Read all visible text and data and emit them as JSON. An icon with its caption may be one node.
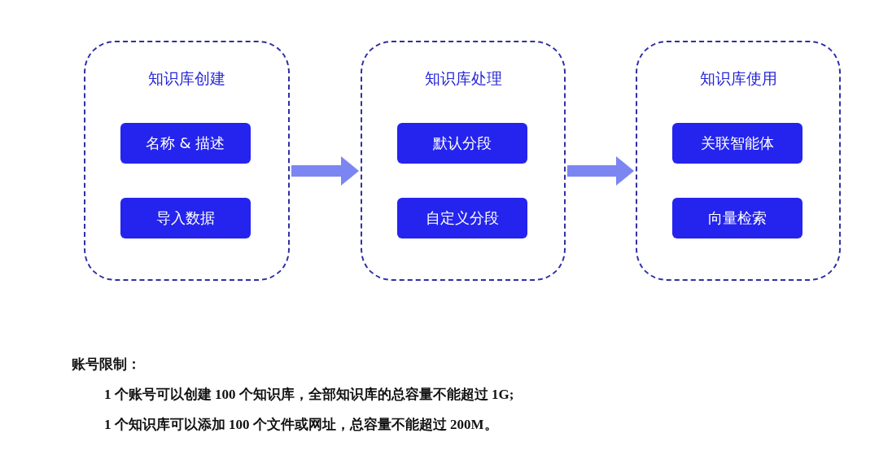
{
  "diagram": {
    "nodes": [
      {
        "text": [
          "知识库创建"
        ]
      },
      {
        "text": [
          "名称 & 描述"
        ],
        "in": 0
      },
      {
        "text": [
          "导入数据"
        ],
        "in": 0
      },
      {
        "text": [
          "知识库处理"
        ]
      },
      {
        "text": [
          "默认分段"
        ],
        "in": 3
      },
      {
        "text": [
          "自定义分段"
        ],
        "in": 3
      },
      {
        "text": [
          "知识库使用"
        ]
      },
      {
        "text": [
          "关联智能体"
        ],
        "in": 6
      },
      {
        "text": [
          "向量检索"
        ],
        "in": 6
      }
    ],
    "edges": [
      {
        "from": 0,
        "to": 3,
        "arrow": "to"
      },
      {
        "from": 3,
        "to": 6,
        "arrow": "to"
      }
    ],
    "labels": [
      "账号限制：",
      "1 个账号可以创建 100 个知识库，全部知识库的总容量不能超过 1G;",
      "1 个知识库可以添加 100 个文件或网址，总容量不能超过 200M。"
    ]
  }
}
